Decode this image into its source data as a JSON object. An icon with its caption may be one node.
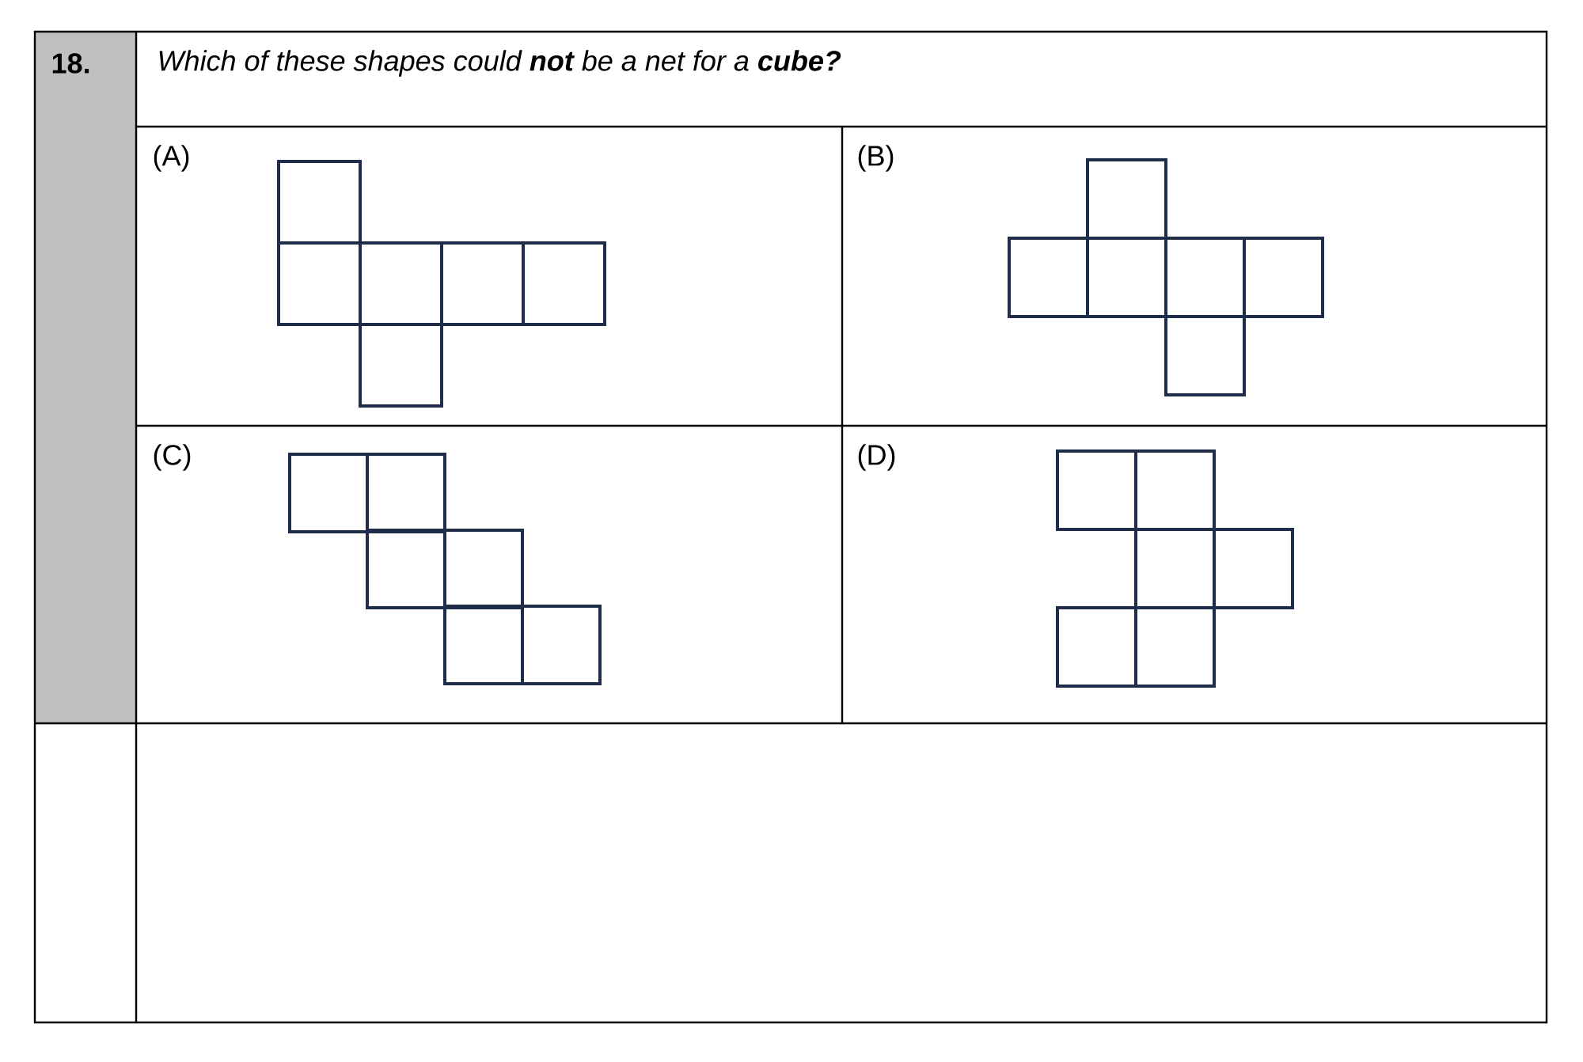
{
  "diagram": {
    "labels": [
      "18.",
      "Which of these shapes could **not** be a net for a **cube?**",
      "(A)",
      "(B)",
      "(C)",
      "(D)"
    ]
  }
}
